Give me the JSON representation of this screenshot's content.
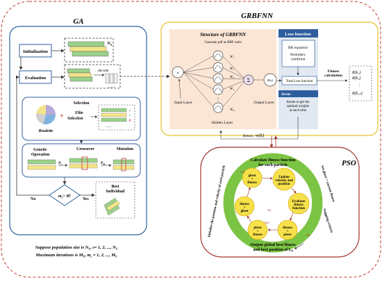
{
  "titles": {
    "ga": "GA",
    "grbfnn": "GRBFNN",
    "pso": "PSO"
  },
  "ga": {
    "initialization": "Initialization",
    "evaluation": "Evaluation",
    "ns_label": "N",
    "ns_sub": "S",
    "decode": "decode",
    "selection": "Selection",
    "elite_line1": "Elite",
    "elite_line2": "Selection",
    "roulette": "Roulette",
    "genetic_line1": "Genetic",
    "genetic_line2": "Operation",
    "crossover": "Crossover",
    "mutation": "Mutation",
    "pc": "P",
    "pc_sub": "c",
    "pm": "P",
    "pm_sub": "m",
    "best_line1": "Best",
    "best_line2": "Individual",
    "decision": "m",
    "decision_rest": "> M",
    "no": "No",
    "yes": "Yes",
    "footnote_line1": "Suppose population size is N",
    "footnote_line1_rest": ", s= 1, 2, ..., N",
    "footnote_line2": "Maximum iterations is M",
    "footnote_line2_rest": ", m",
    "footnote_line2_tail": " = 1, 2, ..., M"
  },
  "grbfnn": {
    "structure_title": "Structure of GRBFNN",
    "gaussian_note": "Gaussian pdf as RBF units",
    "input_node": "a",
    "input_layer": "Input Layer",
    "hidden_layer": "Hidden Layer",
    "output_layer": "Output Layer",
    "output_node": "R(a)",
    "weights": [
      "W",
      "W",
      "W",
      "W",
      "W"
    ],
    "weight_subs": [
      "1",
      "2",
      "3",
      "4",
      "D"
    ],
    "loss_title": "Loss function",
    "bk_equation": "BK equation",
    "boundary_line1": "Boundary",
    "boundary_line2": "condition",
    "total_loss": "Total Loss function",
    "iterate_title": "Iterate",
    "iterate_line1": "Iterate to get the",
    "iterate_line2": "optimal weights",
    "iterate_line3": "at each time",
    "fitness_line1": "Fitness",
    "fitness_line2": "calculation",
    "fitness_vals": [
      "R(k₁)",
      "R(k₂)",
      "R(k₃ₙ)"
    ],
    "return_label": "Return",
    "return_w": "w(k)"
  },
  "pso": {
    "top_line1": "Calculate fitness function",
    "top_line2": "for each particle",
    "bottom_line1": "Output global best fitness",
    "bottom_line2": "and best position of L",
    "left_arc": "Initialize the position and velocity of each particle",
    "right_arc_top": "Set gbest = current fitness",
    "right_arc_bottom": "Stopping criteria",
    "gbest_fitness": [
      "gbest",
      "<",
      "fitness"
    ],
    "update": [
      "Update",
      "velocity and",
      "position"
    ],
    "fit_gbest": [
      "fitness",
      ">",
      "gbest"
    ],
    "evaluate": [
      "Evaluate",
      "fitness",
      "function"
    ],
    "pbest_fitness": [
      "pbest",
      ">",
      "fitness"
    ],
    "fitness_pbest": [
      "fitness",
      "<",
      "pbest"
    ],
    "yes": "Yes",
    "no": "No"
  },
  "colors": {
    "outer_border": "#c0392b",
    "ga_border": "#2e5d9e",
    "grbfnn_border": "#e6c22a",
    "structure_bg": "#fbe6d6",
    "loss_bg": "#e3e9f2",
    "pso_border": "#a0322a",
    "pso_fill": "#7cc444",
    "circle_fill": "#f7e14a"
  }
}
